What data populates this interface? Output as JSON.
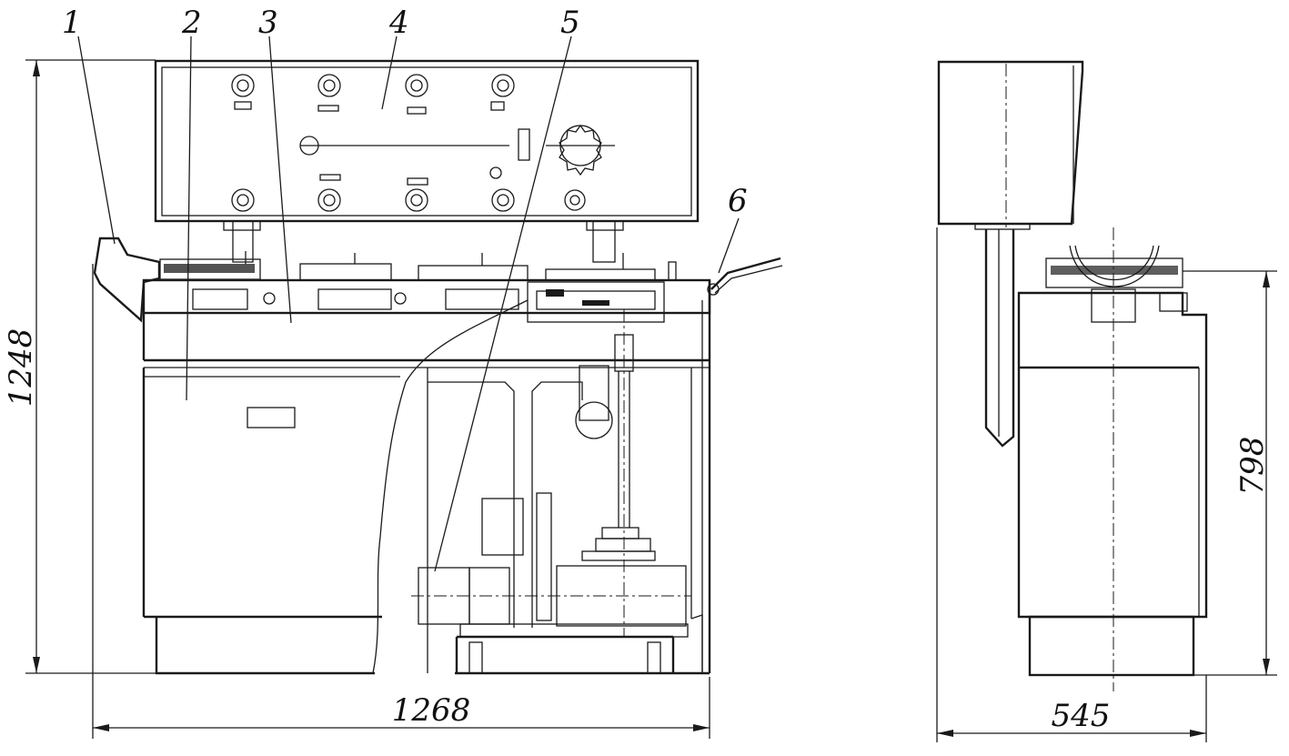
{
  "callouts": [
    "1",
    "2",
    "3",
    "4",
    "5",
    "6"
  ],
  "dimensions": {
    "overall_length": "1268",
    "overall_height": "1248",
    "side_width": "545",
    "table_height": "798"
  },
  "colors": {
    "line": "#1a1a1a",
    "background": "#ffffff"
  }
}
